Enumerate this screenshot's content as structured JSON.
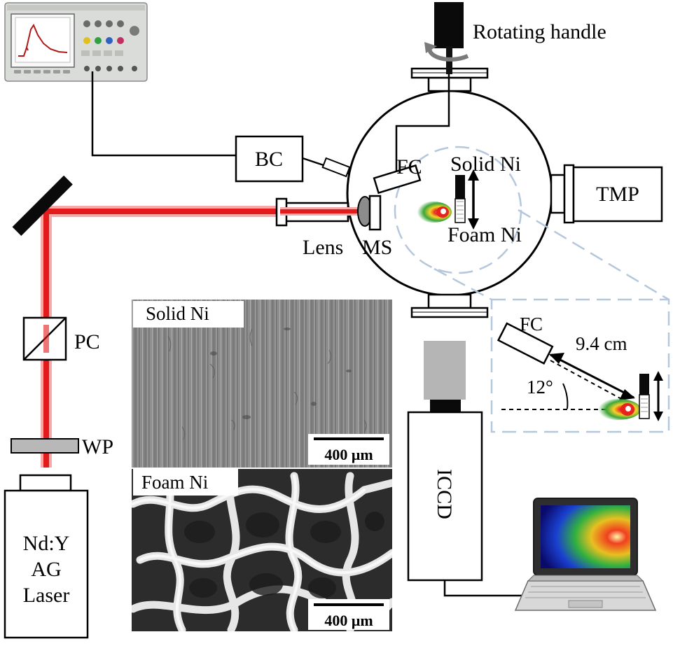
{
  "labels": {
    "rotating_handle": "Rotating handle",
    "bc": "BC",
    "fc": "FC",
    "solid_ni": "Solid Ni",
    "foam_ni": "Foam Ni",
    "tmp": "TMP",
    "lens": "Lens",
    "ms": "MS",
    "pc": "PC",
    "wp": "WP",
    "laser_line1": "Nd:Y",
    "laser_line2": "AG",
    "laser_line3": "Laser",
    "iccd": "ICCD",
    "inset_fc": "FC",
    "inset_distance": "9.4 cm",
    "inset_angle": "12°",
    "sem_solid_title": "Solid Ni",
    "sem_solid_scale": "400 μm",
    "sem_foam_title": "Foam Ni",
    "sem_foam_scale": "400 μm"
  },
  "colors": {
    "laser_beam": "#e41b1b",
    "laser_glow": "#f6a9a9",
    "inset_border": "#b5c7dc",
    "plume_green": "#3da63a",
    "plume_yellow": "#f2d22a",
    "plume_red": "#e8231d",
    "sem_solid_gray": "#8e8e8e",
    "sem_foam_dark": "#303030",
    "sem_foam_light": "#e6e6e6"
  },
  "icons": {
    "oscilloscope": "oscilloscope-icon",
    "laptop": "laptop-icon",
    "mirror": "mirror-icon",
    "rotation_arrow": "rotation-arrow-icon"
  }
}
